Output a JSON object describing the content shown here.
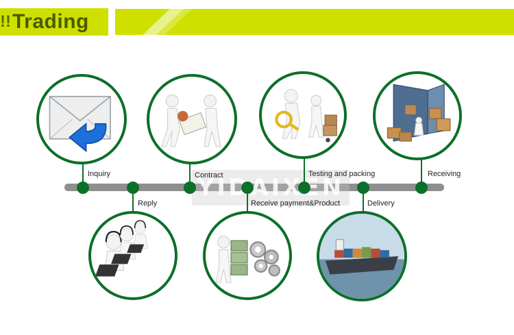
{
  "header": {
    "title": "Trading",
    "title_mark": "!!"
  },
  "watermark": "YIDAIXEN",
  "steps": {
    "inquiry": "Inquiry",
    "reply": "Reply",
    "contract": "Contract",
    "receive_payment_product": "Receive payment&Product",
    "testing_packing": "Testing and packing",
    "delivery": "Delivery",
    "receiving": "Receiving"
  },
  "colors": {
    "accent": "#cfe000",
    "node": "#0c6f2a",
    "timeline": "#8f8f8f"
  }
}
